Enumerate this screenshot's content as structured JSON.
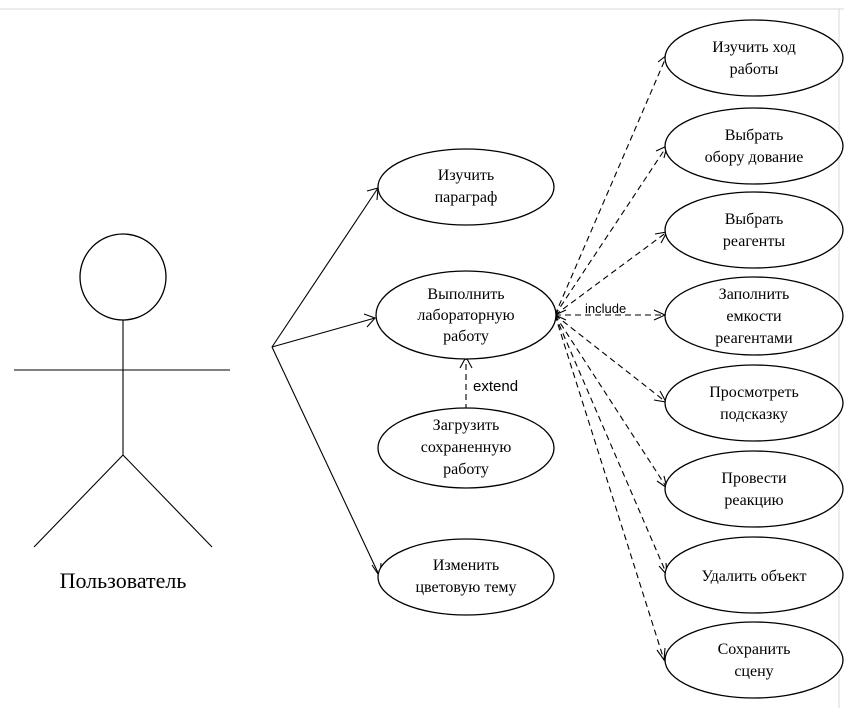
{
  "actor": {
    "label": "Пользователь"
  },
  "use_cases": {
    "study_paragraph": [
      "Изучить",
      "параграф"
    ],
    "do_lab": [
      "Выполнить",
      "лабораторную",
      "работу"
    ],
    "load_saved": [
      "Загрузить",
      "сохраненную",
      "работу"
    ],
    "change_theme": [
      "Изменить",
      "цветовую тему"
    ],
    "study_procedure": [
      "Изучить ход",
      "работы"
    ],
    "choose_equipment": [
      "Выбрать",
      "обору дование"
    ],
    "choose_reagents": [
      "Выбрать",
      "реагенты"
    ],
    "fill_containers": [
      "Заполнить",
      "емкости",
      "реагентами"
    ],
    "view_hint": [
      "Просмотреть",
      "подсказку"
    ],
    "run_reaction": [
      "Провести",
      "реакцию"
    ],
    "delete_object": [
      "Удалить объект"
    ],
    "save_scene": [
      "Сохранить",
      "сцену"
    ]
  },
  "relations": {
    "include_label": "include",
    "extend_label": "extend"
  }
}
